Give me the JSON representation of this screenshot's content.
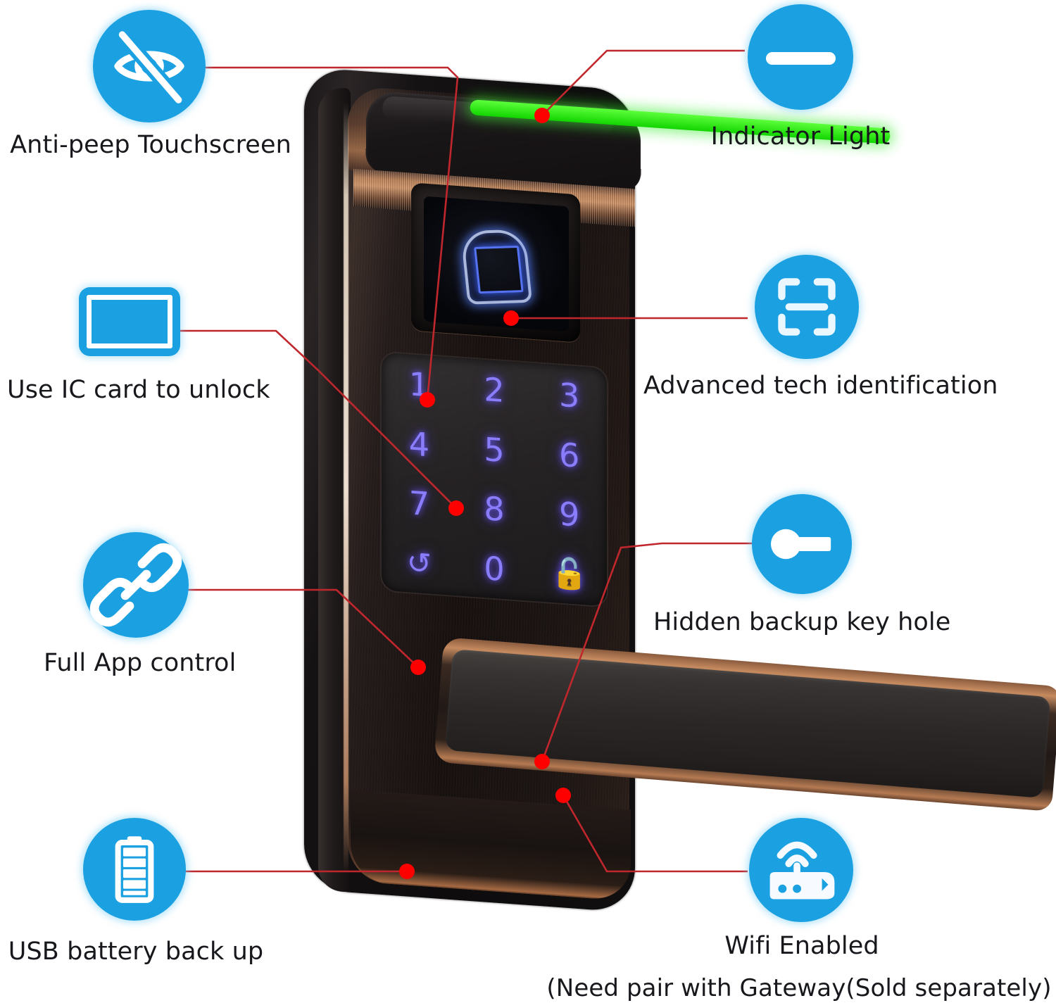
{
  "page": {
    "title": "Smart Door Lock Feature Callouts",
    "background": "#ffffff",
    "accent_blue": "#1BA0E2",
    "leader_line_color": "#c0272d",
    "dot_color": "#ff0000",
    "caption_color": "#17181c"
  },
  "features": [
    {
      "id": "anti-peep",
      "label": "Anti-peep Touchscreen",
      "icon": "eye-slash-icon",
      "icon_shape": "circle",
      "icon_color": "#1BA0E2"
    },
    {
      "id": "indicator-light",
      "label": "Indicator Light",
      "icon": "horizontal-bar-icon",
      "icon_shape": "circle",
      "icon_color": "#1BA0E2"
    },
    {
      "id": "ic-card",
      "label": "Use IC card to unlock",
      "icon": "ic-card-icon",
      "icon_shape": "rounded-rect",
      "icon_color": "#1BA0E2"
    },
    {
      "id": "advanced-tech",
      "label": "Advanced tech identification",
      "icon": "scan-frame-icon",
      "icon_shape": "circle",
      "icon_color": "#1BA0E2"
    },
    {
      "id": "app-control",
      "label": "Full App control",
      "icon": "chain-link-icon",
      "icon_shape": "circle",
      "icon_color": "#1BA0E2"
    },
    {
      "id": "key-hole",
      "label": "Hidden backup key hole",
      "icon": "keyhole-icon",
      "icon_shape": "circle",
      "icon_color": "#1BA0E2"
    },
    {
      "id": "usb-battery",
      "label": "USB battery back up",
      "icon": "battery-icon",
      "icon_shape": "circle",
      "icon_color": "#1BA0E2"
    },
    {
      "id": "wifi",
      "label": "Wifi Enabled",
      "sub_label": "(Need pair with Gateway(Sold separately)",
      "icon": "wifi-router-icon",
      "icon_shape": "circle",
      "icon_color": "#1BA0E2"
    }
  ],
  "device": {
    "name": "smart-door-lock",
    "indicator_light_color": "#2ee000",
    "keypad": {
      "key_color": "#8a7dfc",
      "keys": [
        "1",
        "2",
        "3",
        "4",
        "5",
        "6",
        "7",
        "8",
        "9",
        "↺",
        "0",
        "🔓"
      ],
      "key_names": [
        "key-1",
        "key-2",
        "key-3",
        "key-4",
        "key-5",
        "key-6",
        "key-7",
        "key-8",
        "key-9",
        "key-reset",
        "key-0",
        "key-unlock"
      ]
    },
    "fingerprint_sensor": "fingerprint-sensor",
    "handle": "door-handle"
  }
}
